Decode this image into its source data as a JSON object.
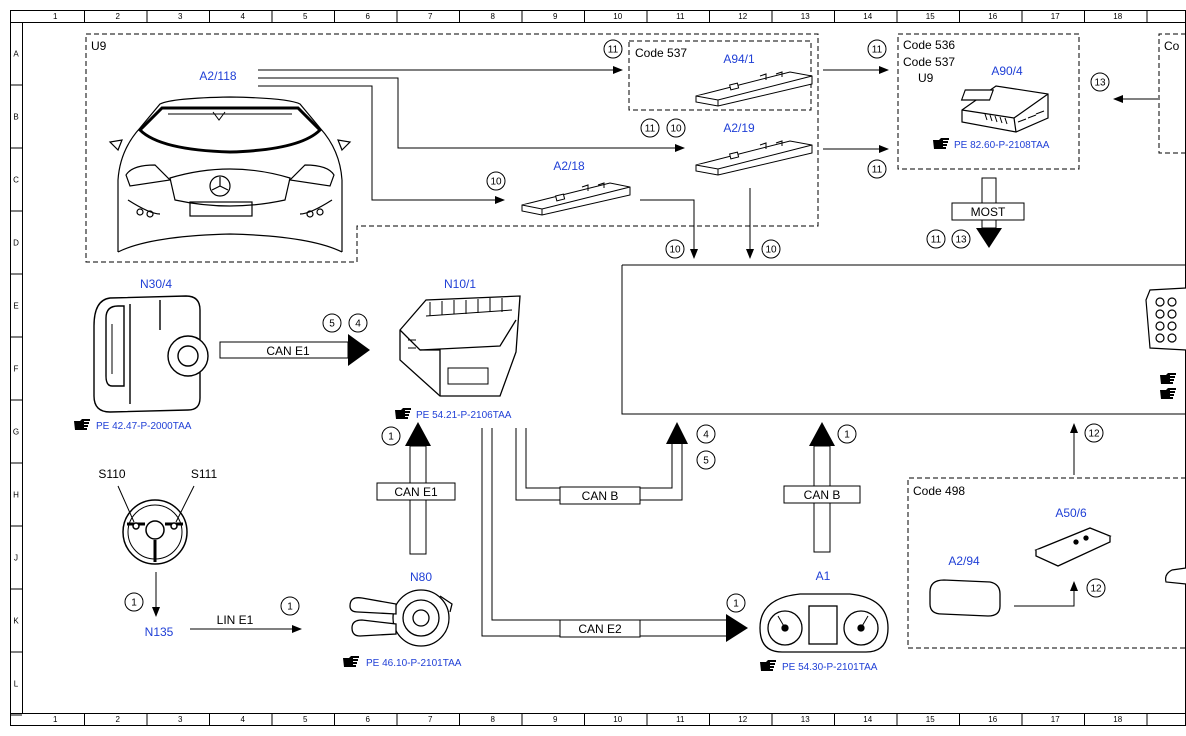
{
  "frame": {
    "cols": [
      "1",
      "2",
      "3",
      "4",
      "5",
      "6",
      "7",
      "8",
      "9",
      "10",
      "11",
      "12",
      "13",
      "14",
      "15",
      "16",
      "17",
      "18"
    ],
    "rows": [
      "A",
      "B",
      "C",
      "D",
      "E",
      "F",
      "G",
      "H",
      "J",
      "K",
      "L"
    ]
  },
  "colors": {
    "blue": "#1f3fd6",
    "line": "#000000"
  },
  "groups": {
    "u9": "U9",
    "code537": "Code 537",
    "code536": "Code 536",
    "code537b": "Code 537",
    "u9b": "U9",
    "code498": "Code 498",
    "cut_right": "Co"
  },
  "components": {
    "a2_118": "A2/118",
    "a94_1": "A94/1",
    "a2_19": "A2/19",
    "a2_18": "A2/18",
    "a90_4": "A90/4",
    "n30_4": "N30/4",
    "n10_1": "N10/1",
    "s110": "S110",
    "s111": "S111",
    "n135": "N135",
    "n80": "N80",
    "a1": "A1",
    "a50_6": "A50/6",
    "a2_94": "A2/94"
  },
  "refs": {
    "a90_4": "PE 82.60-P-2108TAA",
    "n30_4": "PE 42.47-P-2000TAA",
    "n10_1": "PE 54.21-P-2106TAA",
    "n80": "PE 46.10-P-2101TAA",
    "a1": "PE 54.30-P-2101TAA"
  },
  "buses": {
    "can_e1_a": "CAN E1",
    "can_e1_b": "CAN E1",
    "can_b_a": "CAN B",
    "can_b_b": "CAN B",
    "can_e2": "CAN E2",
    "lin_e1": "LIN E1",
    "most": "MOST"
  },
  "markers": {
    "m_a94": "11",
    "m_a90l_top": "11",
    "m_a90r": "13",
    "m_a219_1": "11",
    "m_a219_2": "10",
    "m_a90l_bot": "11",
    "m_a218": "10",
    "m_most_1": "11",
    "m_most_2": "13",
    "m_d1": "10",
    "m_d2": "10",
    "m_cane1_1": "5",
    "m_cane1_2": "4",
    "m_n80": "1",
    "m_canb_1": "4",
    "m_canb_2": "5",
    "m_a1_up": "1",
    "m_code498": "12",
    "m_n135": "1",
    "m_lin": "1",
    "m_cane2": "1",
    "m_a50": "12"
  },
  "icons": [
    "car-front-icon",
    "module-icon",
    "control-unit-icon",
    "abs-unit-icon",
    "fusebox-icon",
    "steering-wheel-icon",
    "switch-cluster-icon",
    "instrument-cluster-icon",
    "keyfob-icon",
    "antenna-icon",
    "reference-hand-icon"
  ]
}
